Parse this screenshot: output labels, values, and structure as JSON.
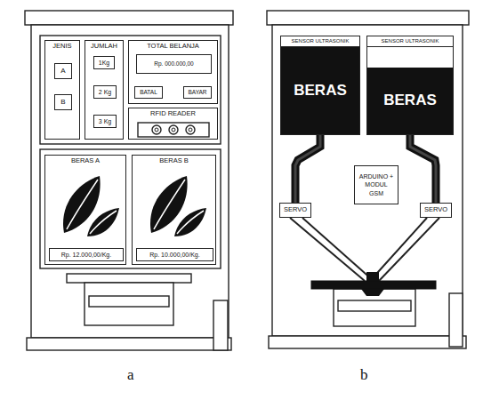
{
  "diagram": {
    "nodes": [
      {
        "text": [
          "JENIS"
        ]
      },
      {
        "text": [
          "A"
        ],
        "in": 0
      },
      {
        "text": [
          "B"
        ],
        "in": 0
      },
      {
        "text": [
          "JUMLAH"
        ]
      },
      {
        "text": [
          "1Kg"
        ],
        "in": 3
      },
      {
        "text": [
          "2 Kg"
        ],
        "in": 3
      },
      {
        "text": [
          "3 Kg"
        ],
        "in": 3
      },
      {
        "text": [
          "TOTAL BELANJA"
        ]
      },
      {
        "text": [
          "Rp. 000.000,00"
        ],
        "in": 7
      },
      {
        "text": [
          "BATAL"
        ],
        "in": 7
      },
      {
        "text": [
          "BAYAR"
        ],
        "in": 7
      },
      {
        "text": [
          "RFID READER"
        ]
      },
      {
        "text": [
          "BERAS A"
        ]
      },
      {
        "text": [
          "Rp. 12.000,00/Kg."
        ],
        "in": 12
      },
      {
        "text": [
          "BERAS B"
        ]
      },
      {
        "text": [
          "Rp. 10.000,00/Kg."
        ],
        "in": 14
      },
      {
        "text": [
          "SENSOR ULTRASONIK"
        ]
      },
      {
        "text": [
          "SENSOR ULTRASONIK"
        ]
      },
      {
        "text": [
          "BERAS"
        ]
      },
      {
        "text": [
          "BERAS"
        ]
      },
      {
        "text": [
          "SERVO"
        ]
      },
      {
        "text": [
          "SERVO"
        ]
      },
      {
        "text": [
          "ARDUINO + MODUL GSM"
        ]
      }
    ],
    "edges": [
      {
        "from": 18,
        "to": 20,
        "arrow": "none"
      },
      {
        "from": 19,
        "to": 21,
        "arrow": "none"
      }
    ],
    "labels": [
      "a",
      "b"
    ]
  }
}
